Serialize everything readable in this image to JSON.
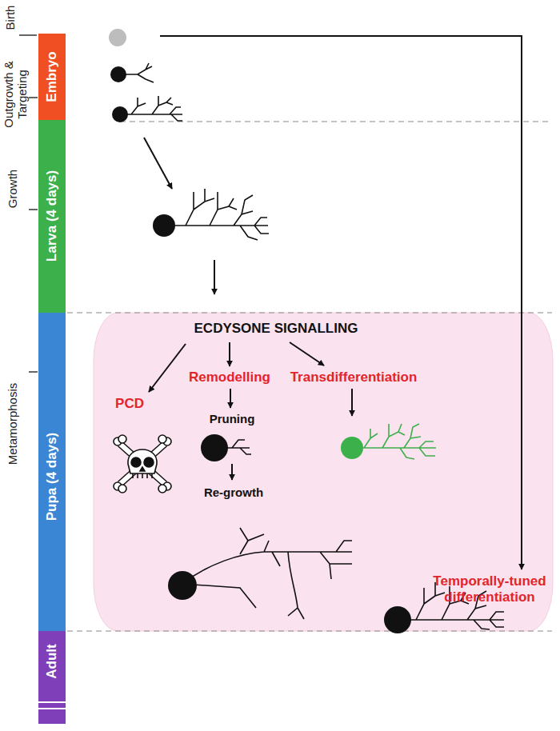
{
  "diagram": {
    "nodes": [
      {
        "text": [
          "Embryo"
        ]
      },
      {
        "text": [
          "Larva (4 days)"
        ]
      },
      {
        "text": [
          "Pupa (4 days)"
        ]
      },
      {
        "text": [
          "Adult"
        ]
      },
      {
        "text": [
          "ECDYSONE SIGNALLING"
        ]
      }
    ],
    "labels": [
      "Birth",
      "Outgrowth & Targeting",
      "Growth",
      "Metamorphosis",
      "PCD",
      "Remodelling",
      "Transdifferentiation",
      "Pruning",
      "Re-growth",
      "Temporally-tuned differentiation"
    ]
  }
}
